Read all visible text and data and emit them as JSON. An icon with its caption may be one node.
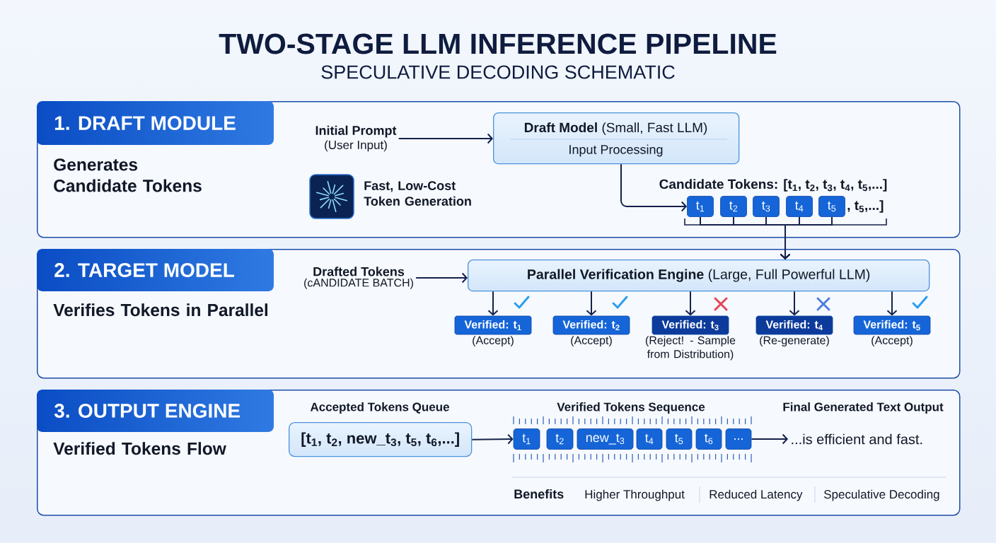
{
  "diagram": {
    "title": "TWO-STAGE LLM INFERENCE PIPELINE",
    "nodes": [
      {
        "text": [
          "1. DRAFT MODULE",
          "Generates Candidate Tokens"
        ]
      },
      {
        "text": [
          "Initial Prompt",
          "(User Input)"
        ],
        "in": 0
      },
      {
        "text": [
          "**Draft Model** (Small, Fast LLM)",
          "Input Processing"
        ],
        "in": 0
      },
      {
        "text": [
          "t$_{1}$"
        ],
        "in": 0
      },
      {
        "text": [
          "t$_{2}$"
        ],
        "in": 0
      },
      {
        "text": [
          "t$_{3}$"
        ],
        "in": 0
      },
      {
        "text": [
          "t$_{4}$"
        ],
        "in": 0
      },
      {
        "text": [
          "t$_{5}$"
        ],
        "in": 0
      },
      {
        "text": [
          "2. TARGET MODEL",
          "Verifies Tokens in Parallel"
        ]
      },
      {
        "text": [
          "Drafted Tokens",
          "(cANDIDATE BATCH)"
        ],
        "in": 8
      },
      {
        "text": [
          "**Parallel Verification Engine** (Large, Full Powerful LLM)"
        ],
        "in": 8
      },
      {
        "text": [
          "Verified: t$_{1}$"
        ],
        "beside": [
          "(Accept)"
        ],
        "in": 8
      },
      {
        "text": [
          "Verified: t$_{2}$"
        ],
        "beside": [
          "(Accept)"
        ],
        "in": 8
      },
      {
        "text": [
          "Verified: t$_{3}$"
        ],
        "beside": [
          "(Reject! - Sample from Distribution)"
        ],
        "in": 8
      },
      {
        "text": [
          "Verified: t$_{4}$"
        ],
        "beside": [
          "(Re-generate)"
        ],
        "in": 8
      },
      {
        "text": [
          "Verified: t$_{5}$"
        ],
        "beside": [
          "(Accept)"
        ],
        "in": 8
      },
      {
        "text": [
          "3. OUTPUT ENGINE",
          "Verified Tokens Flow"
        ]
      },
      {
        "text": [
          "Accepted Tokens Queue",
          "[t$_{1}$, t$_{2}$, new_t$_{3}$, t$_{5}$, t$_{6}$,...]"
        ],
        "in": 16
      },
      {
        "text": [
          "t$_{1}$"
        ],
        "in": 16
      },
      {
        "text": [
          "t$_{2}$"
        ],
        "in": 16
      },
      {
        "text": [
          "new_t$_{3}$"
        ],
        "in": 16
      },
      {
        "text": [
          "t$_{4}$"
        ],
        "in": 16
      },
      {
        "text": [
          "t$_{5}$"
        ],
        "in": 16
      },
      {
        "text": [
          "t$_{6}$"
        ],
        "in": 16
      },
      {
        "text": [
          "..."
        ],
        "in": 16
      },
      {
        "text": [
          "...is efficient and fast."
        ],
        "in": 16
      }
    ],
    "edges": [
      {
        "from": 1,
        "to": 2,
        "arrow": "to"
      },
      {
        "from": 2,
        "to": 3,
        "arrow": "to"
      },
      {
        "from": 3,
        "to": 10,
        "arrow": "to"
      },
      {
        "from": 4,
        "to": 10,
        "arrow": "to"
      },
      {
        "from": 5,
        "to": 10,
        "arrow": "to"
      },
      {
        "from": 6,
        "to": 10,
        "arrow": "to"
      },
      {
        "from": 7,
        "to": 10,
        "arrow": "to"
      },
      {
        "from": 9,
        "to": 10,
        "arrow": "to"
      },
      {
        "from": 10,
        "to": 11,
        "arrow": "to"
      },
      {
        "from": 10,
        "to": 12,
        "arrow": "to"
      },
      {
        "from": 10,
        "to": 13,
        "arrow": "to"
      },
      {
        "from": 10,
        "to": 14,
        "arrow": "to"
      },
      {
        "from": 10,
        "to": 15,
        "arrow": "to"
      },
      {
        "from": 17,
        "to": 18,
        "arrow": "to"
      },
      {
        "from": 24,
        "to": 25,
        "arrow": "to"
      }
    ],
    "labels": [
      "SPECULATIVE DECODING SCHEMATIC",
      "Fast, Low-Cost Token Generation",
      "Candidate Tokens: [t$_{1}$, t$_{2}$, t$_{3}$, t$_{4}$, t$_{5}$,...]",
      ", t$_{5}$,...]",
      "Verified Tokens Sequence",
      "Final Generated Text Output",
      "Benefits",
      "Higher Throughput",
      "Reduced Latency",
      "Speculative Decoding"
    ]
  }
}
